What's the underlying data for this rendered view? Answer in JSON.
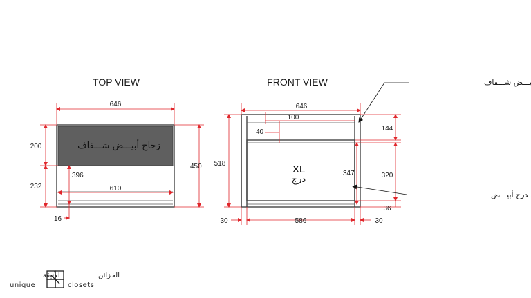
{
  "top_view": {
    "title": "TOP VIEW",
    "dims": {
      "width_outer": "646",
      "width_inner": "610",
      "depth_total": "450",
      "glass_depth": "200",
      "lower_depth": "232",
      "glass_offset": "396",
      "panel_thickness": "16"
    },
    "glass_label": "زجاج أبيـــض شـــفاف"
  },
  "front_view": {
    "title": "FRONT VIEW",
    "dims": {
      "width_outer": "646",
      "width_inner": "586",
      "height_total": "518",
      "side_left": "30",
      "side_right": "30",
      "top_section": "144",
      "drawer_height": "320",
      "base": "36",
      "drawer_inner": "347",
      "glass_width": "100",
      "glass_offset": "40"
    },
    "glass_label": "زجاج أبيـــض شـــفاف",
    "drawer_front_label": "لـون وجه الـدرج أبيـــض",
    "drawer_size": "XL",
    "drawer_word": "درج"
  },
  "logo": {
    "brand_ar_left": "الأنيقة",
    "brand_en_left": "unique",
    "brand_ar_right": "الخزائن",
    "brand_en_right": "closets"
  }
}
